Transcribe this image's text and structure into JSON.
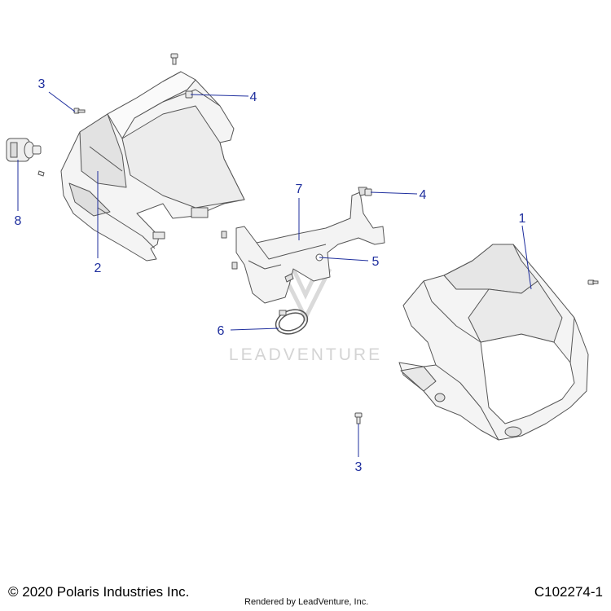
{
  "callouts": [
    "1",
    "2",
    "3",
    "4",
    "4",
    "5",
    "6",
    "7",
    "8",
    "3"
  ],
  "watermark": "LEADVENTURE",
  "footer": {
    "copyright": "© 2020 Polaris Industries Inc.",
    "rendered_by": "Rendered by LeadVenture, Inc.",
    "diagram_id": "C102274-1"
  },
  "colors": {
    "callout": "#1f2f9e",
    "line": "#1f2f9e",
    "part_stroke": "#555555",
    "part_fill": "#f2f2f2",
    "watermark": "#d4d4d4"
  }
}
